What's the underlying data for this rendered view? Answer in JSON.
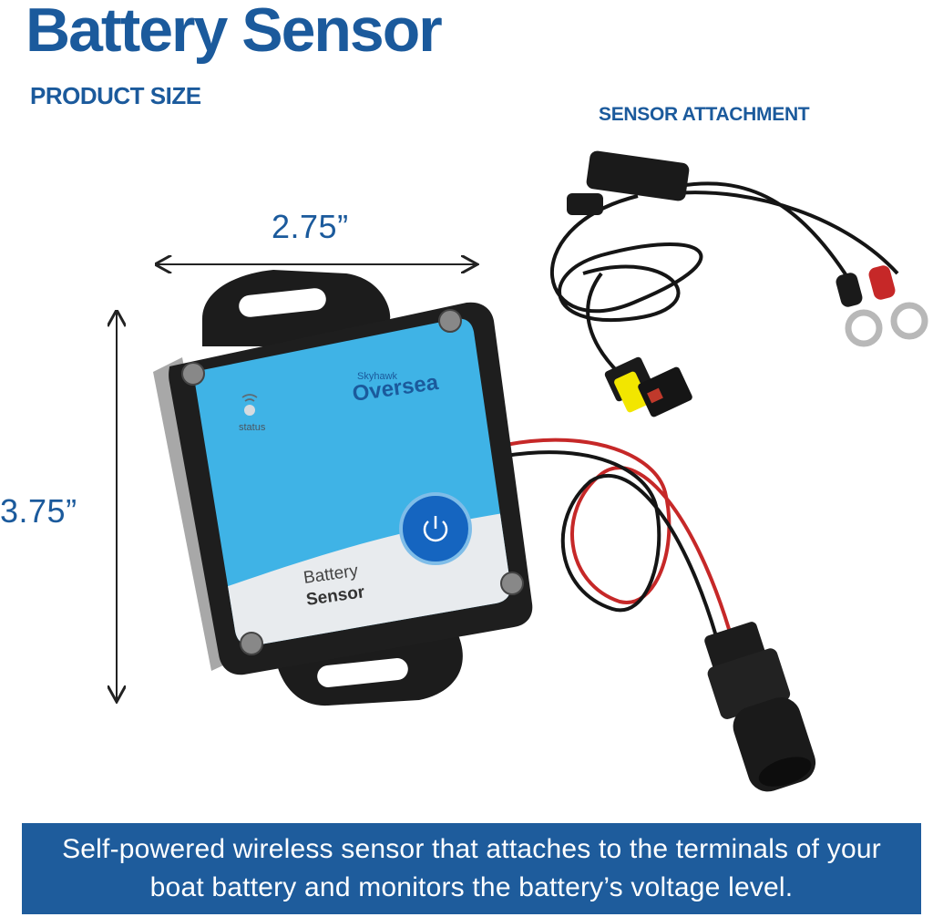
{
  "colors": {
    "brand": "#1b5a9c",
    "banner_bg": "#1e5c9c",
    "device_blue": "#3fb3e6",
    "button_blue": "#1565c0",
    "housing_black": "#1e1e1e",
    "wire_red": "#c62828"
  },
  "header": {
    "title": "Battery Sensor",
    "subtitle": "PRODUCT SIZE"
  },
  "attachment": {
    "label": "SENSOR ATTACHMENT"
  },
  "dimensions": {
    "width": "2.75”",
    "height": "3.75”"
  },
  "device": {
    "brand_small": "Skyhawk",
    "brand_large": "Oversea",
    "status_label": "status",
    "label_line1": "Battery",
    "label_line2": "Sensor",
    "icons": [
      "wifi-icon",
      "power-icon"
    ]
  },
  "banner": {
    "text": "Self-powered wireless sensor that attaches to the terminals of your boat battery and monitors the battery’s voltage level."
  }
}
